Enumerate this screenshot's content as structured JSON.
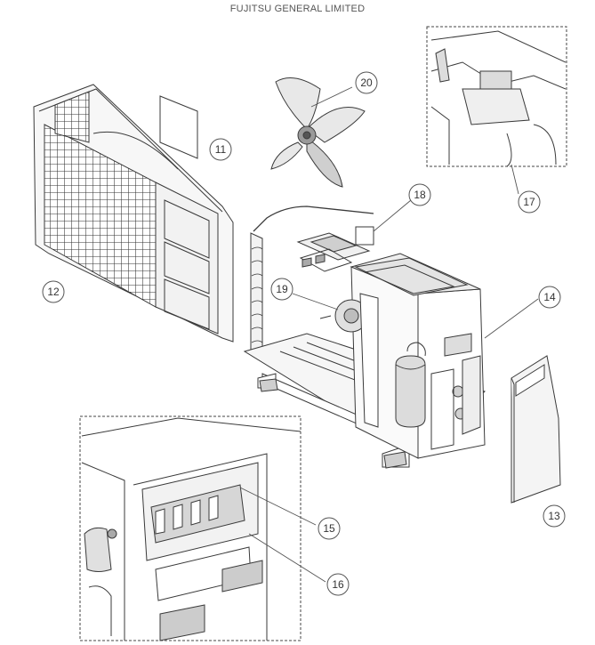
{
  "header": {
    "company": "FUJITSU GENERAL LIMITED"
  },
  "callouts": [
    {
      "id": "c11",
      "label": "11"
    },
    {
      "id": "c12",
      "label": "12"
    },
    {
      "id": "c13",
      "label": "13"
    },
    {
      "id": "c14",
      "label": "14"
    },
    {
      "id": "c15",
      "label": "15"
    },
    {
      "id": "c16",
      "label": "16"
    },
    {
      "id": "c17",
      "label": "17"
    },
    {
      "id": "c18",
      "label": "18"
    },
    {
      "id": "c19",
      "label": "19"
    },
    {
      "id": "c20",
      "label": "20"
    }
  ],
  "colors": {
    "line": "#3a3a3a",
    "fill_light": "#f4f4f4",
    "fill_mid": "#d9d9d9",
    "fill_dark": "#6a6a6a"
  }
}
